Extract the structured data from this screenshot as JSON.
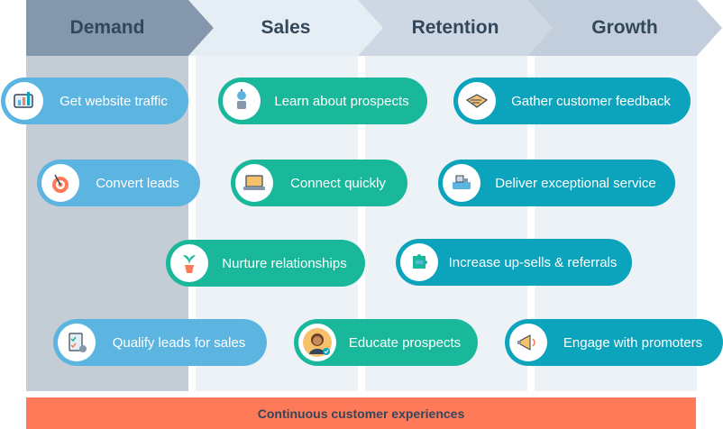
{
  "stages": [
    {
      "label": "Demand"
    },
    {
      "label": "Sales"
    },
    {
      "label": "Retention"
    },
    {
      "label": "Growth"
    }
  ],
  "pills": [
    {
      "label": "Get website traffic",
      "icon": "website-traffic-icon"
    },
    {
      "label": "Learn about prospects",
      "icon": "robot-icon"
    },
    {
      "label": "Gather customer feedback",
      "icon": "feedback-icon"
    },
    {
      "label": "Convert leads",
      "icon": "target-icon"
    },
    {
      "label": "Connect quickly",
      "icon": "laptop-icon"
    },
    {
      "label": "Deliver exceptional service",
      "icon": "service-icon"
    },
    {
      "label": "Nurture relationships",
      "icon": "plant-icon"
    },
    {
      "label": "Increase up-sells & referrals",
      "icon": "puzzle-icon"
    },
    {
      "label": "Qualify leads for sales",
      "icon": "checklist-icon"
    },
    {
      "label": "Educate prospects",
      "icon": "avatar-icon"
    },
    {
      "label": "Engage with promoters",
      "icon": "megaphone-icon"
    }
  ],
  "footer": {
    "label": "Continuous customer experiences"
  },
  "colors": {
    "demand_arrow": "#8497ad",
    "sales_arrow": "#e5edf5",
    "retention_arrow": "#cdd8e4",
    "growth_arrow": "#c2cedb",
    "demand_column": "#c4ccd6",
    "other_column": "#edf2f7",
    "pill_blue": "#5cb4e0",
    "pill_green": "#19b89a",
    "pill_teal": "#0ca3bd",
    "footer": "#ff7a59"
  }
}
